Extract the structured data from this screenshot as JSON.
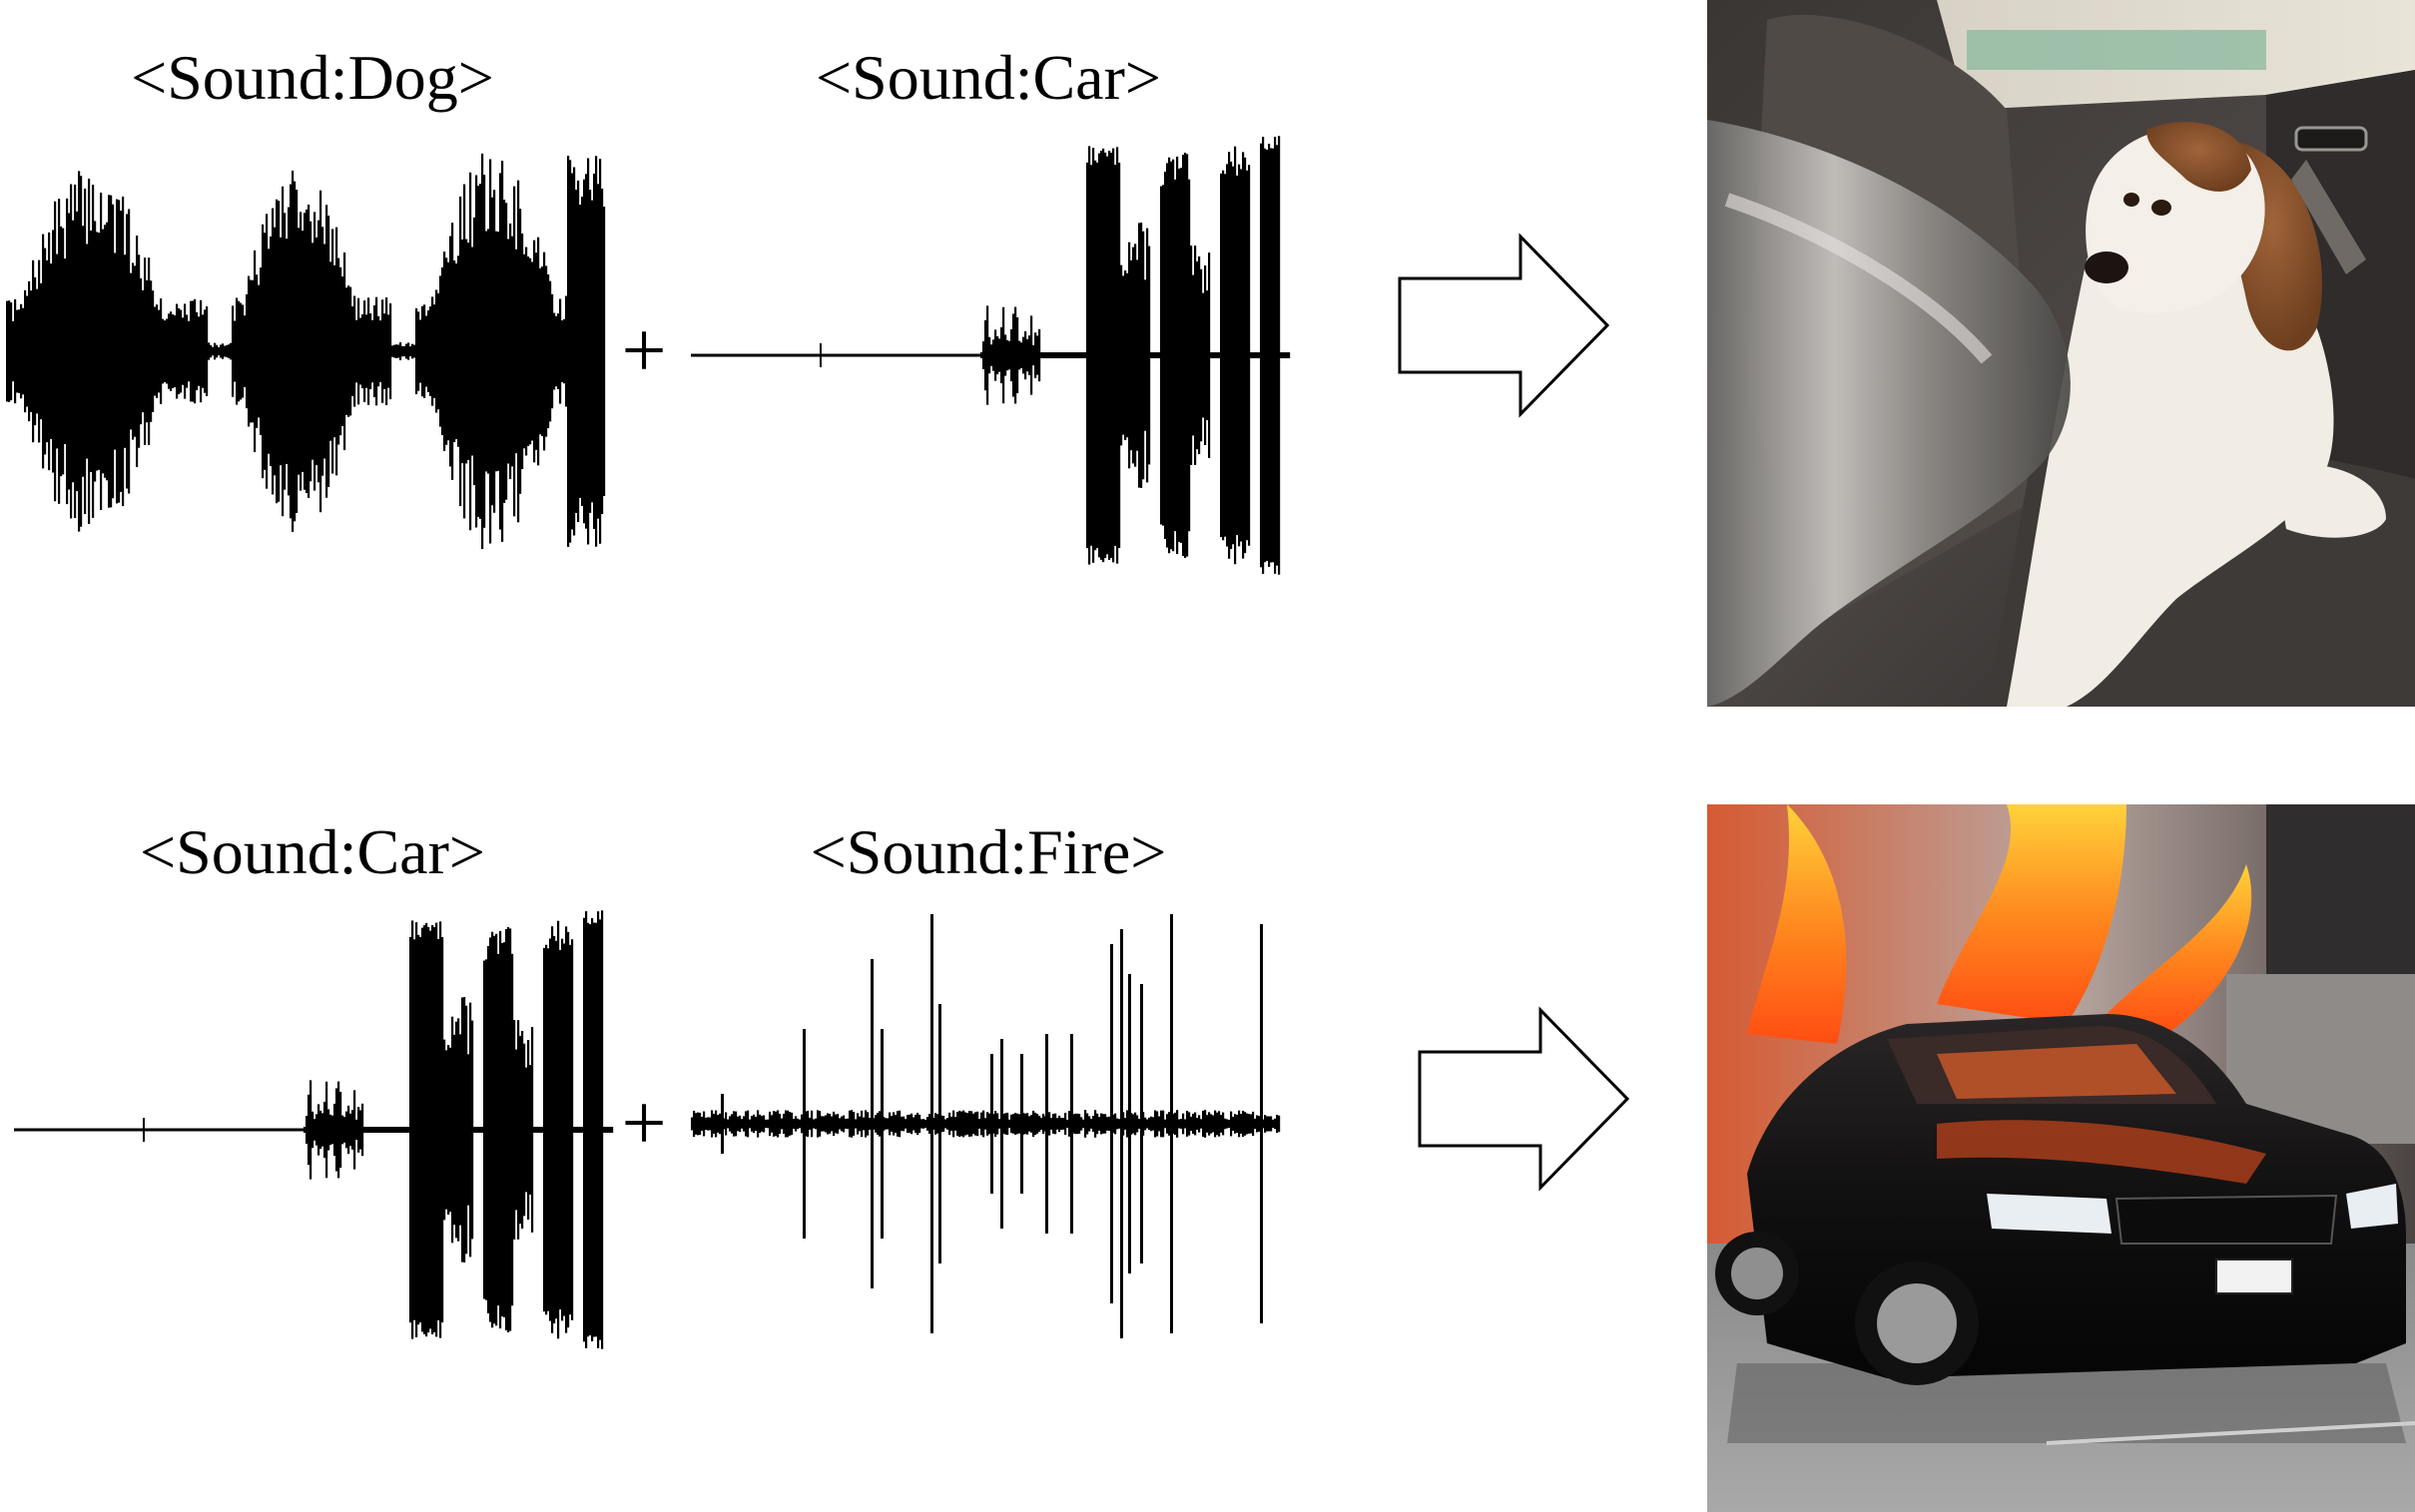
{
  "rows": [
    {
      "left_label": "<Sound:Dog>",
      "right_label": "<Sound:Car>",
      "plus": "+",
      "left_sound": "dog",
      "right_sound": "car",
      "result_image": "dog-in-car-seat-photo"
    },
    {
      "left_label": "<Sound:Car>",
      "right_label": "<Sound:Fire>",
      "plus": "+",
      "left_sound": "car",
      "right_sound": "fire",
      "result_image": "burning-black-car-photo"
    }
  ],
  "colors": {
    "waveform": "#000000",
    "arrow_stroke": "#000000",
    "arrow_fill": "#ffffff",
    "background": "#ffffff"
  }
}
